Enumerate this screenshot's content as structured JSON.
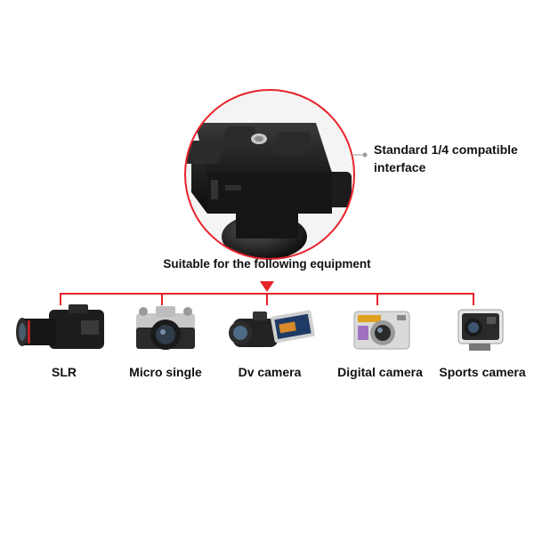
{
  "callout": {
    "line1": "Standard 1/4 compatible",
    "line2": "interface"
  },
  "heading": "Suitable for the following equipment",
  "devices": [
    {
      "label": "SLR",
      "icon": "slr-camera-icon"
    },
    {
      "label": "Micro single",
      "icon": "mirrorless-camera-icon"
    },
    {
      "label": "Dv camera",
      "icon": "camcorder-icon"
    },
    {
      "label": "Digital camera",
      "icon": "compact-camera-icon"
    },
    {
      "label": "Sports camera",
      "icon": "action-camera-icon"
    }
  ],
  "colors": {
    "accent": "#e8222a",
    "text": "#111111"
  }
}
